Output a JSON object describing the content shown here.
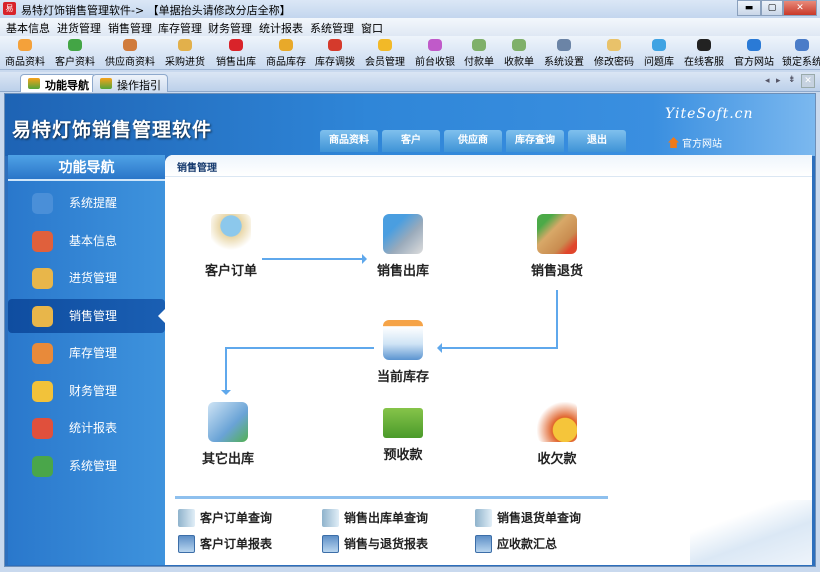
{
  "window": {
    "title": "易特灯饰销售管理软件-> 【单据抬头请修改分店全称】",
    "logo_text": "易",
    "minimize": "▬",
    "maximize": "▢",
    "close": "✕"
  },
  "menu": [
    "基本信息",
    "进货管理",
    "销售管理",
    "库存管理",
    "财务管理",
    "统计报表",
    "系统管理",
    "窗口"
  ],
  "toolbar": [
    {
      "label": "商品资料",
      "color": "#f4a13a"
    },
    {
      "label": "客户资料",
      "color": "#43a545"
    },
    {
      "label": "供应商资料",
      "color": "#d07b3c"
    },
    {
      "label": "采购进货",
      "color": "#e2b04b"
    },
    {
      "label": "销售出库",
      "color": "#d9232a"
    },
    {
      "label": "商品库存",
      "color": "#e8a92a"
    },
    {
      "label": "库存调拨",
      "color": "#d53a2c"
    },
    {
      "label": "会员管理",
      "color": "#f2b928"
    },
    {
      "label": "前台收银",
      "color": "#c05ac9"
    },
    {
      "label": "付款单",
      "color": "#7fb06a"
    },
    {
      "label": "收款单",
      "color": "#7fb06a"
    },
    {
      "label": "系统设置",
      "color": "#6b84a6"
    },
    {
      "label": "修改密码",
      "color": "#e9c26a"
    },
    {
      "label": "问题库",
      "color": "#3fa3e3"
    },
    {
      "label": "在线客服",
      "color": "#222222"
    },
    {
      "label": "官方网站",
      "color": "#2a7ad6"
    },
    {
      "label": "锁定系统",
      "color": "#4a7cc8"
    }
  ],
  "tabs": [
    {
      "label": "功能导航",
      "active": true
    },
    {
      "label": "操作指引",
      "active": false
    }
  ],
  "tab_controls": {
    "prev": "◂",
    "next": "▸",
    "menu": "⇟",
    "close": "✕"
  },
  "banner": {
    "title": "易特灯饰销售管理软件",
    "brand": "YiteSoft.cn",
    "official_site": "官方网站",
    "tabs": [
      "商品资料",
      "客户",
      "供应商",
      "库存查询",
      "退出"
    ]
  },
  "sidebar": {
    "header": "功能导航",
    "items": [
      {
        "label": "系统提醒",
        "color": "#4a8fd8"
      },
      {
        "label": "基本信息",
        "color": "#e0603c"
      },
      {
        "label": "进货管理",
        "color": "#e8b64a"
      },
      {
        "label": "销售管理",
        "color": "#e8b64a",
        "active": true
      },
      {
        "label": "库存管理",
        "color": "#e88a3a"
      },
      {
        "label": "财务管理",
        "color": "#f2c23a"
      },
      {
        "label": "统计报表",
        "color": "#e0503c"
      },
      {
        "label": "系统管理",
        "color": "#4aa64a"
      }
    ]
  },
  "content": {
    "header": "销售管理",
    "nodes": {
      "customer_order": "客户订单",
      "sales_out": "销售出库",
      "sales_return": "销售退货",
      "current_stock": "当前库存",
      "other_out": "其它出库",
      "prepayment": "预收款",
      "collect_debt": "收欠款"
    },
    "links": [
      [
        "客户订单查询",
        "销售出库单查询",
        "销售退货单查询"
      ],
      [
        "客户订单报表",
        "销售与退货报表",
        "应收款汇总"
      ]
    ]
  }
}
